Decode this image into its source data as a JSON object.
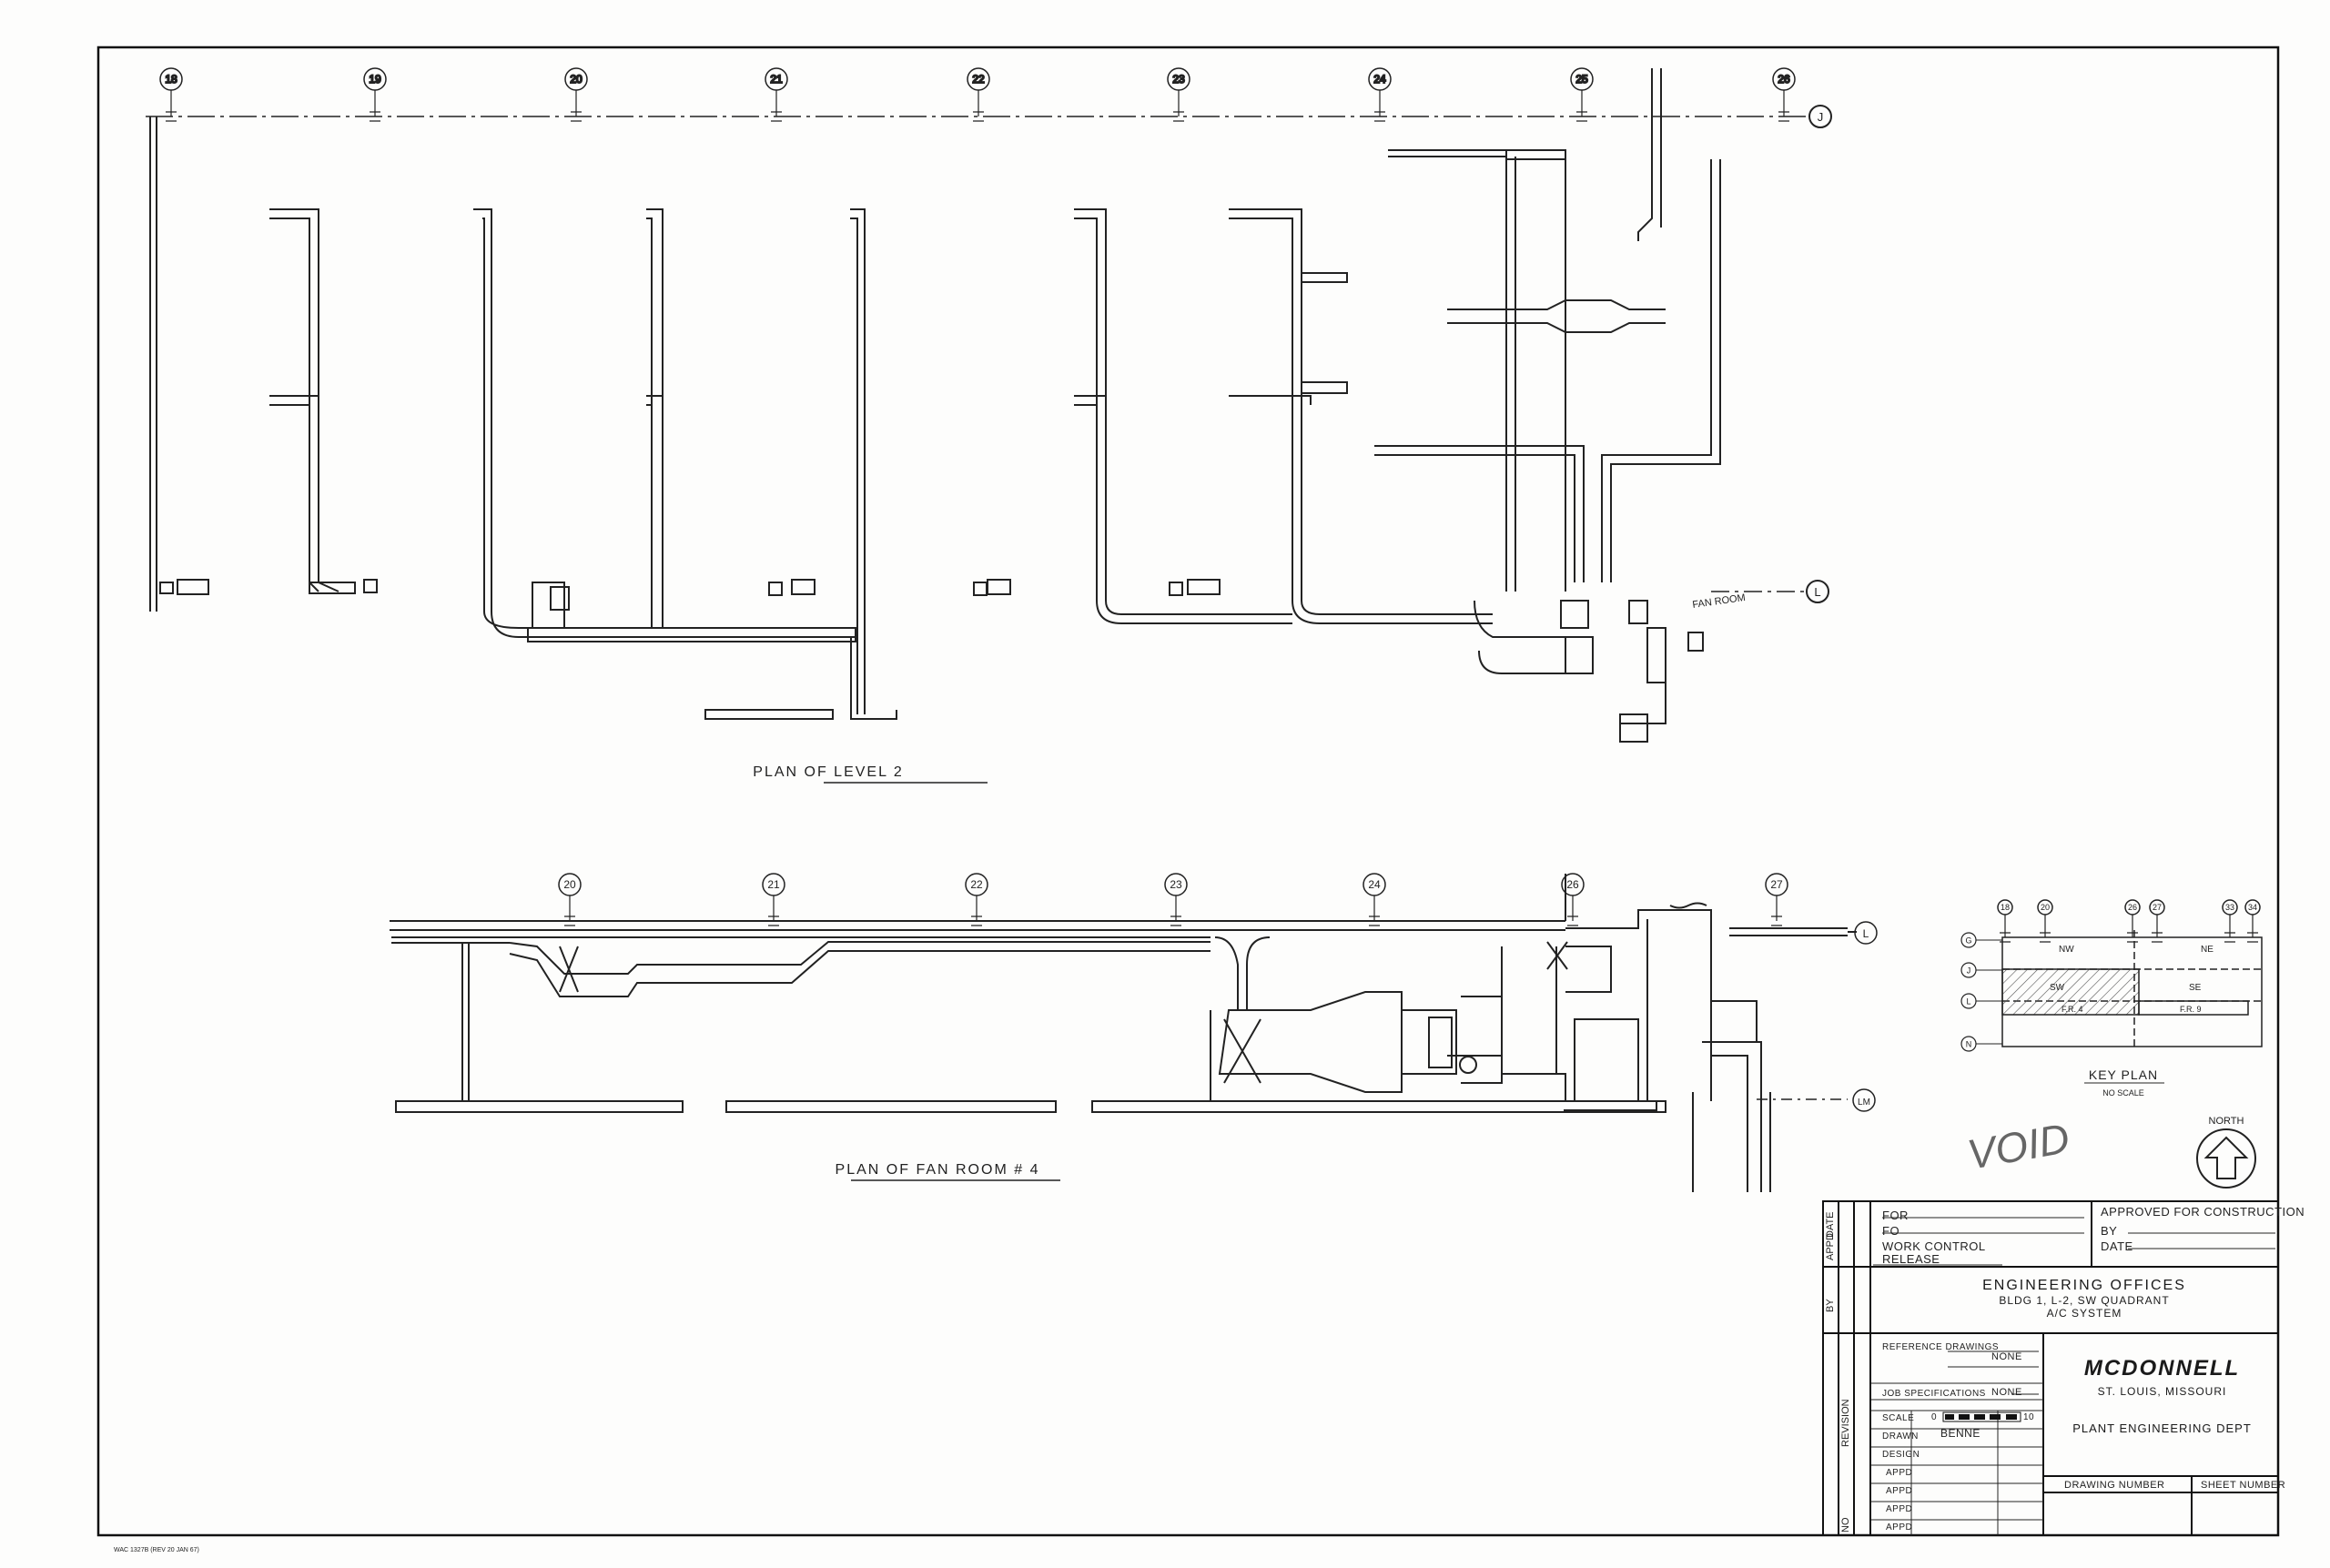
{
  "level2": {
    "title": "PLAN OF LEVEL 2",
    "grid_cols": [
      "18",
      "19",
      "20",
      "21",
      "22",
      "23",
      "24",
      "25",
      "26"
    ],
    "grid_rows": [
      "J",
      "L"
    ],
    "note": "FAN ROOM"
  },
  "fanroom": {
    "title": "PLAN OF FAN ROOM # 4",
    "grid_cols": [
      "20",
      "21",
      "22",
      "23",
      "24",
      "26",
      "27"
    ],
    "grid_rows": [
      "L",
      "LM"
    ]
  },
  "keyplan": {
    "title": "KEY PLAN",
    "subtitle": "NO SCALE",
    "cols": [
      "18",
      "20",
      "26",
      "27",
      "33",
      "34"
    ],
    "rows": [
      "G",
      "J",
      "L",
      "N"
    ],
    "zones": [
      "NW",
      "NE",
      "SW",
      "SE",
      "F.R. 4",
      "F.R. 9"
    ]
  },
  "north_label": "NORTH",
  "void_stamp": "VOID",
  "form_code": "WAC 1327B (REV 20 JAN 67)",
  "titleblock": {
    "vert_by": "BY",
    "vert_appd": "APPD",
    "vert_date": "DATE",
    "vert_revision": "REVISION",
    "vert_no": "NO",
    "for_label": "FOR",
    "fo_label": "FO",
    "work_control": "WORK CONTROL",
    "release": "RELEASE",
    "approved": "APPROVED FOR CONSTRUCTION",
    "by_label": "BY",
    "date_label": "DATE",
    "project_title": "ENGINEERING OFFICES",
    "project_line2": "BLDG 1, L-2, SW QUADRANT",
    "project_line3": "A/C SYSTEM",
    "ref_drawings": "REFERENCE DRAWINGS",
    "ref_value": "NONE",
    "job_specs": "JOB SPECIFICATIONS",
    "job_value": "NONE",
    "scale": "SCALE",
    "scale_start": "0",
    "scale_end": "10",
    "drawn": "DRAWN",
    "drawn_value": "BENNE",
    "design": "DESIGN",
    "appd": "APPD",
    "company": "MCDONNELL",
    "company_city": "ST. LOUIS, MISSOURI",
    "dept": "PLANT ENGINEERING DEPT",
    "drawing_number": "DRAWING NUMBER",
    "sheet_number": "SHEET NUMBER"
  }
}
